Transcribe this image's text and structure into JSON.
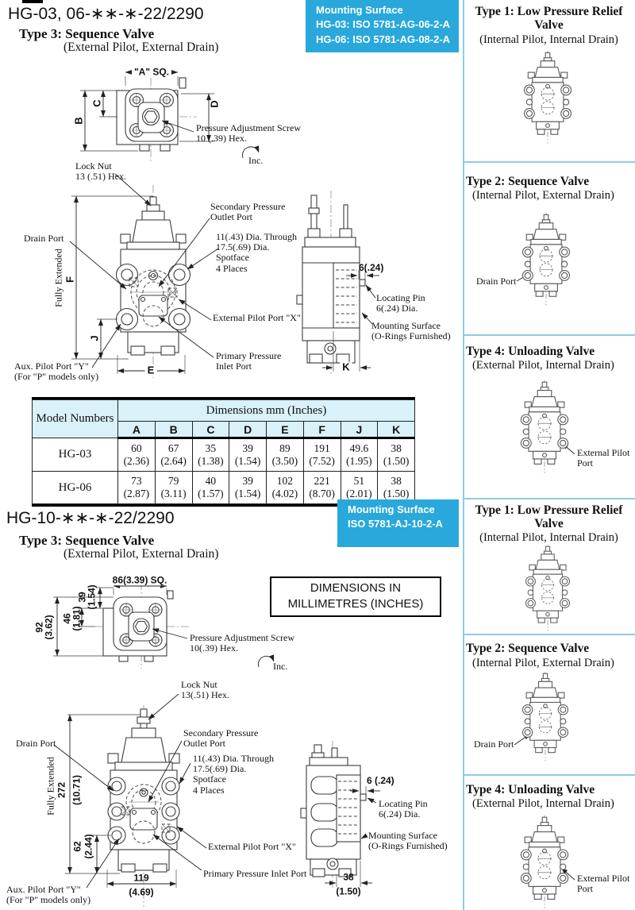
{
  "colors": {
    "accent_blue": "#29A8DB",
    "divider_blue": "#8FCBE8",
    "table_header_bg": "#D9F1F8",
    "drawing_ink": "#3C3C3C"
  },
  "section1": {
    "title": "HG-03, 06-∗∗-∗-22/2290",
    "mounting_box": {
      "line1": "Mounting Surface",
      "line2": "HG-03: ISO 5781-AG-06-2-A",
      "line3": "HG-06: ISO 5781-AG-08-2-A"
    },
    "type_title": "Type 3: Sequence Valve",
    "type_subtitle": "(External Pilot, External Drain)",
    "top_view": {
      "dim_a": "\"A\" SQ.",
      "dim_b": "B",
      "dim_c": "C",
      "dim_d": "D",
      "adjust_label": "Pressure Adjustment Screw\n10 (.39) Hex.",
      "inc_label": "Inc."
    },
    "front_view": {
      "lock_nut": "Lock Nut\n13 (.51) Hex.",
      "drain_port": "Drain Port",
      "secondary": "Secondary Pressure\nOutlet Port",
      "spotface": "11(.43) Dia. Through\n17.5(.69) Dia.\nSpotface\n4 Places",
      "fully_extended": "Fully Extended",
      "dim_f": "F",
      "dim_j": "J",
      "dim_e": "E",
      "external_pilot": "External Pilot Port \"X\"",
      "primary": "Primary Pressure\nInlet Port",
      "aux_pilot": "Aux. Pilot Port \"Y\"\n(For \"P\" models only)"
    },
    "side_view": {
      "dim_6": "6(.24)",
      "locating_pin": "Locating Pin\n6(.24) Dia.",
      "mounting_surface": "Mounting Surface\n(O-Rings Furnished)",
      "dim_k": "K"
    },
    "table": {
      "model_header": "Model Numbers",
      "dims_header": "Dimensions mm (Inches)",
      "columns": [
        "A",
        "B",
        "C",
        "D",
        "E",
        "F",
        "J",
        "K"
      ],
      "rows": [
        {
          "model": "HG-03",
          "cells": [
            "60\n(2.36)",
            "67\n(2.64)",
            "35\n(1.38)",
            "39\n(1.54)",
            "89\n(3.50)",
            "191\n(7.52)",
            "49.6\n(1.95)",
            "38\n(1.50)"
          ]
        },
        {
          "model": "HG-06",
          "cells": [
            "73\n(2.87)",
            "79\n(3.11)",
            "40\n(1.57)",
            "39\n(1.54)",
            "102\n(4.02)",
            "221\n(8.70)",
            "51\n(2.01)",
            "38\n(1.50)"
          ]
        }
      ]
    }
  },
  "section2": {
    "title": "HG-10-∗∗-∗-22/2290",
    "mounting_box": {
      "line1": "Mounting Surface",
      "line2": "ISO 5781-AJ-10-2-A"
    },
    "type_title": "Type 3: Sequence Valve",
    "type_subtitle": "(External Pilot, External Drain)",
    "dims_note": "DIMENSIONS IN\nMILLIMETRES (INCHES)",
    "top_view": {
      "dim_sq": "86(3.39) SQ.",
      "dim_39": "39",
      "dim_39_in": "(1.54)",
      "dim_46": "46",
      "dim_46_in": "(1.81)",
      "dim_92": "92",
      "dim_92_in": "(3.62)",
      "adjust_label": "Pressure Adjustment Screw\n10(.39) Hex.",
      "inc_label": "Inc."
    },
    "front_view": {
      "lock_nut": "Lock Nut\n13(.51) Hex.",
      "drain_port": "Drain Port",
      "secondary": "Secondary Pressure\nOutlet Port",
      "spotface": "11(.43) Dia. Through\n17.5(.69) Dia.\nSpotface\n4 Places",
      "fully_extended": "Fully Extended",
      "dim_272": "272",
      "dim_272_in": "(10.71)",
      "dim_62": "62",
      "dim_62_in": "(2.44)",
      "dim_119": "119",
      "dim_119_in": "(4.69)",
      "external_pilot": "External Pilot Port \"X\"",
      "primary": "Primary Pressure Inlet Port",
      "aux_pilot": "Aux. Pilot Port \"Y\"\n(For \"P\" models only)"
    },
    "side_view": {
      "dim_6": "6 (.24)",
      "locating_pin": "Locating Pin\n6(.24) Dia.",
      "mounting_surface": "Mounting Surface\n(O-Rings Furnished)",
      "dim_38": "38",
      "dim_38_in": "(1.50)"
    }
  },
  "right_rail": {
    "sections": [
      {
        "title": "Type 1: Low Pressure Relief Valve",
        "subtitle": "(Internal Pilot, Internal Drain)",
        "port_label": ""
      },
      {
        "title": "Type 2: Sequence Valve",
        "subtitle": "(Internal Pilot, External Drain)",
        "port_label": "Drain Port"
      },
      {
        "title": "Type 4: Unloading Valve",
        "subtitle": "(External Pilot, Internal Drain)",
        "port_label": "External Pilot\nPort"
      },
      {
        "title": "Type 1: Low Pressure Relief Valve",
        "subtitle": "(Internal Pilot, Internal Drain)",
        "port_label": ""
      },
      {
        "title": "Type 2: Sequence Valve",
        "subtitle": "(Internal Pilot, External Drain)",
        "port_label": "Drain Port"
      },
      {
        "title": "Type 4: Unloading Valve",
        "subtitle": "(External Pilot, Internal Drain)",
        "port_label": "External Pilot\nPort"
      }
    ]
  }
}
